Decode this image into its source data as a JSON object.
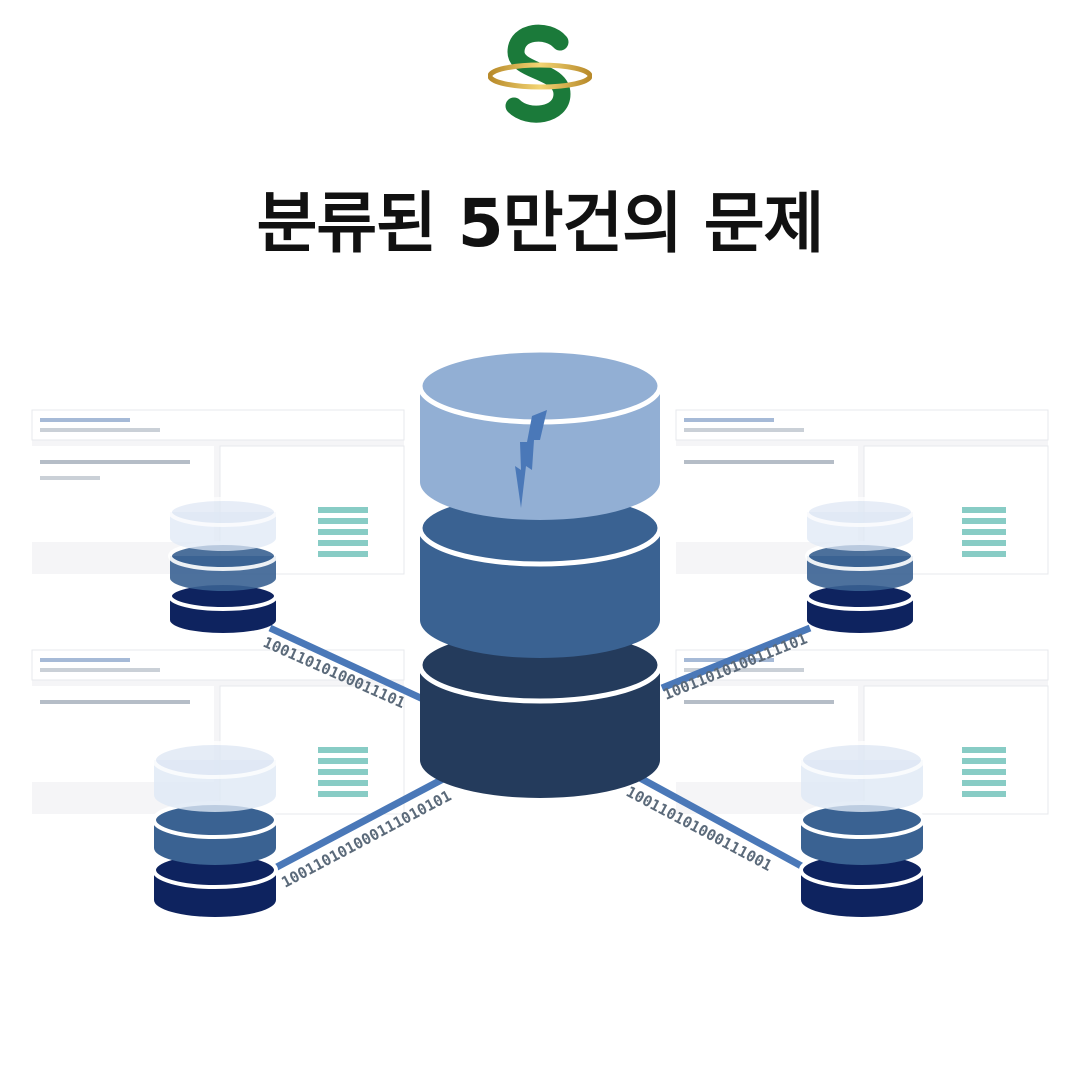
{
  "headline": "분류된 5만건의 문제",
  "binary_strings": {
    "link_top_left": "10011010100011101",
    "link_top_right": "10011010100111101",
    "link_bottom_left": "100110101000111010101",
    "link_bottom_right": "100110101000111001"
  },
  "colors": {
    "logo_green": "#1b7a3a",
    "logo_gold": "#d9b54a",
    "db_light": "#92afd4",
    "db_mid": "#3a6292",
    "db_dark": "#243b5c",
    "db_navy": "#0e235f",
    "link_blue": "#4a78b8"
  }
}
